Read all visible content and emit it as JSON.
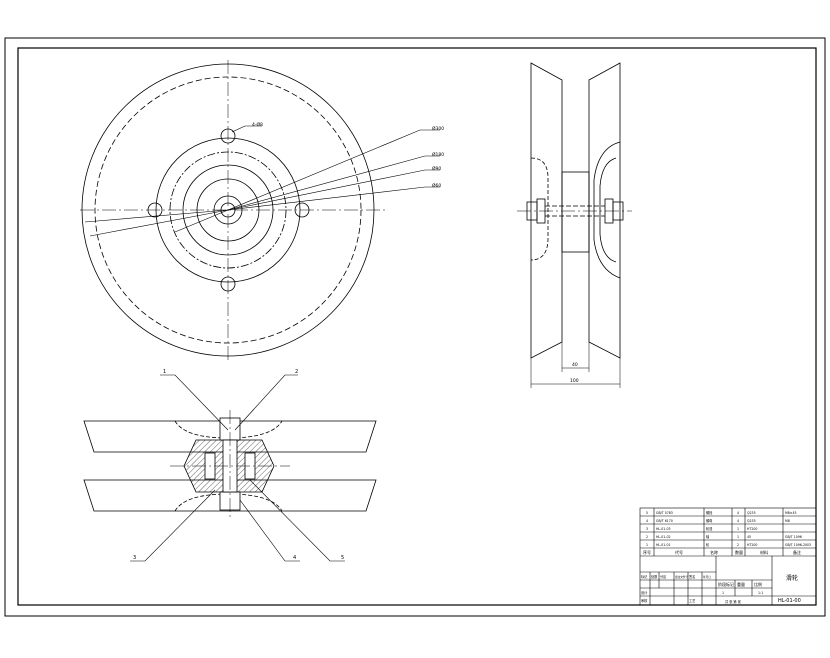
{
  "drawing": {
    "front_view": {
      "callouts": [
        "4-Ø8",
        "Ø60",
        "Ø90",
        "Ø180",
        "Ø300"
      ]
    },
    "side_view": {
      "dimensions": [
        "40",
        "100"
      ]
    },
    "section_view": {
      "balloons": [
        "1",
        "2",
        "3",
        "4",
        "5"
      ]
    }
  },
  "title_block": {
    "parts_list": [
      [
        "5",
        "GB/T 5783",
        "螺栓",
        "4",
        "Q235",
        "M8×45"
      ],
      [
        "4",
        "GB/T 6170",
        "螺母",
        "4",
        "Q235",
        "M8"
      ],
      [
        "3",
        "HL-01-03",
        "轮毂",
        "1",
        "HT200",
        ""
      ],
      [
        "2",
        "HL-01-02",
        "轴",
        "1",
        "45",
        "GB/T 1096"
      ],
      [
        "1",
        "HL-01-01",
        "轮",
        "2",
        "HT200",
        "GB/T 1096-2003"
      ]
    ],
    "parts_header": [
      "序号",
      "代号",
      "名称",
      "数量",
      "材料",
      "备注"
    ],
    "name": "滑轮",
    "drawing_number": "HL-01-00",
    "stage_labels": [
      "阶段标记",
      "重量",
      "比例"
    ],
    "scale": "1:1",
    "quantity": "1",
    "revision_headers": [
      "标记",
      "处数",
      "分区",
      "更改文件号",
      "签名",
      "年月日"
    ],
    "approval_labels": [
      "设计",
      "审核",
      "工艺"
    ],
    "sheet_info": "共 张 第 张"
  }
}
